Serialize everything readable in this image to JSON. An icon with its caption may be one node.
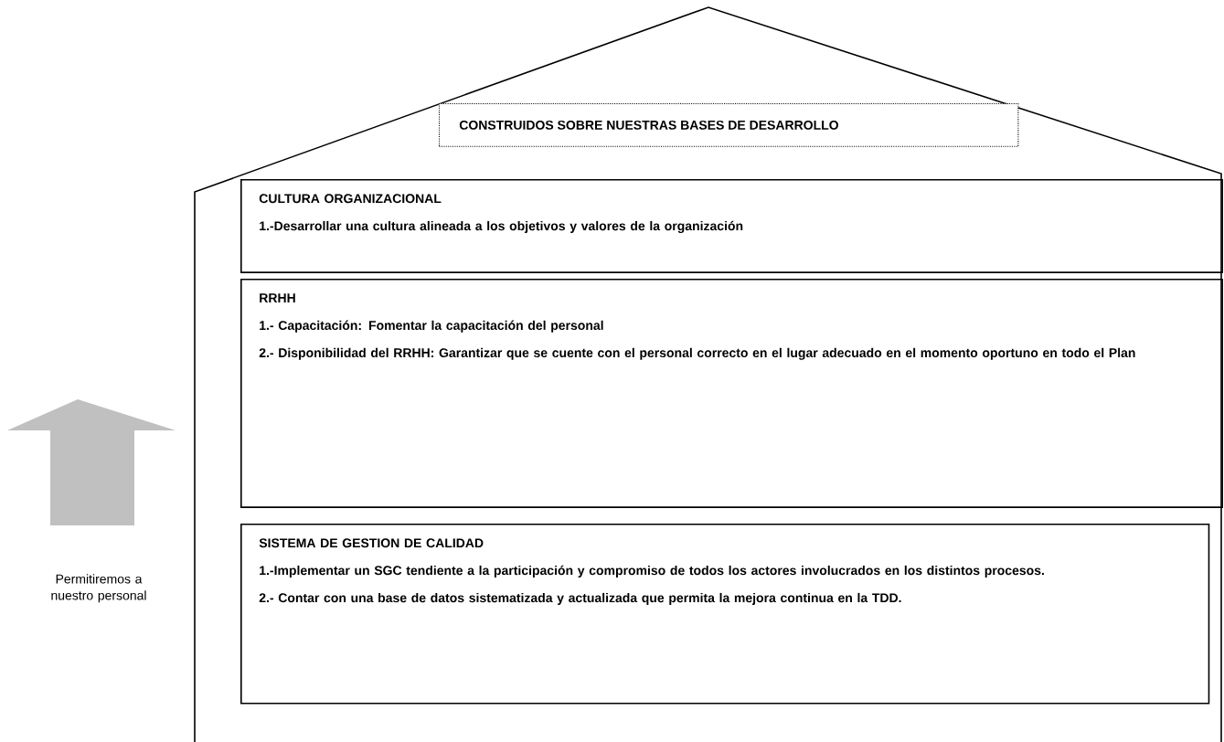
{
  "diagram": {
    "nodes": [
      {
        "text": [],
        "shape": "house"
      },
      {
        "text": [
          "CONSTRUIDOS SOBRE NUESTRAS BASES DE DESARROLLO"
        ],
        "in": 0
      },
      {
        "text": [
          "CULTURA ORGANIZACIONAL",
          "1.-Desarrollar una cultura alineada a los objetivos y valores de la organización"
        ],
        "in": 0
      },
      {
        "text": [
          "RRHH",
          "1.- Capacitación: Fomentar la capacitación del personal",
          "2.- Disponibilidad del RRHH: Garantizar que se cuente con el personal correcto en el lugar adecuado en el momento oportuno en todo el Plan"
        ],
        "in": 0
      },
      {
        "text": [
          "SISTEMA DE GESTION DE CALIDAD",
          "1.-Implementar un SGC tendiente a la participación y compromiso de todos los actores involucrados en los distintos procesos.",
          "2.- Contar con una base de datos sistematizada y actualizada que permita la mejora continua en la TDD."
        ],
        "in": 0
      }
    ],
    "labels": [
      "Permitiremos a nuestro personal"
    ]
  }
}
